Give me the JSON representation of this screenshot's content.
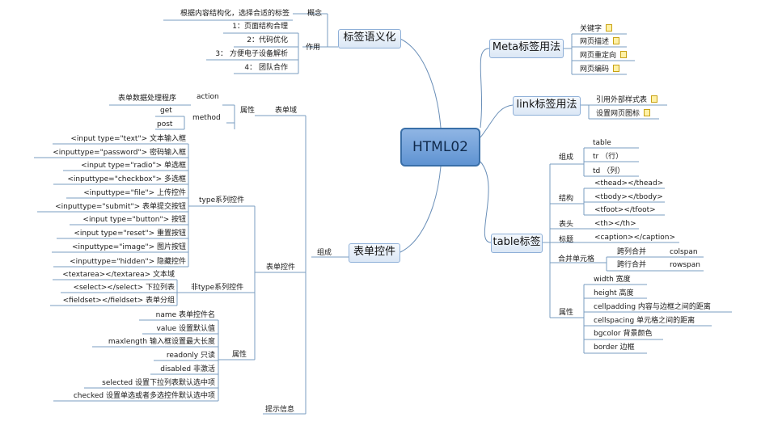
{
  "root": "HTML02",
  "branches": {
    "semantic": {
      "title": "标签语义化",
      "concept": {
        "label": "概念",
        "text": "根据内容结构化，选择合适的标签"
      },
      "usage": {
        "label": "作用",
        "items": [
          "1：页面结构合理",
          "2：代码优化",
          "3： 方便电子设备解析",
          "4： 团队合作"
        ]
      }
    },
    "meta": {
      "title": "Meta标签用法",
      "items": [
        "关键字",
        "网页描述",
        "网页重定向",
        "网页编码"
      ]
    },
    "link": {
      "title": "link标签用法",
      "items": [
        "引用外部样式表",
        "设置网页图标"
      ]
    },
    "table": {
      "title": "table标签",
      "composition": {
        "label": "组成",
        "items": [
          "table",
          "tr （行）",
          "td （列）"
        ]
      },
      "structure": {
        "label": "结构",
        "items": [
          "<thead></thead>",
          "<tbody></tbody>",
          "<tfoot></tfoot>"
        ]
      },
      "header": {
        "label": "表头",
        "value": "<th></th>"
      },
      "caption": {
        "label": "标题",
        "value": "<caption></caption>"
      },
      "merge": {
        "label": "合并单元格",
        "items": [
          {
            "name": "跨列合并",
            "attr": "colspan"
          },
          {
            "name": "跨行合并",
            "attr": "rowspan"
          }
        ]
      },
      "attributes": {
        "label": "属性",
        "items": [
          "width 宽度",
          "height 高度",
          "cellpadding 内容与边框之间的距离",
          "cellspacing 单元格之间的距离",
          "bgcolor 背景颜色",
          "border 边框"
        ]
      }
    },
    "form": {
      "title": "表单控件",
      "composition_label": "组成",
      "form_domain": {
        "label": "表单域",
        "attr_label": "属性",
        "action": {
          "label": "action",
          "desc": "表单数据处理程序"
        },
        "method": {
          "label": "method",
          "values": [
            "get",
            "post"
          ]
        }
      },
      "controls": {
        "label": "表单控件",
        "type_series": {
          "label": "type系列控件",
          "items": [
            "<input type=\"text\"> 文本输入框",
            "<inputtype=\"password\"> 密码输入框",
            "<input type=\"radio\"> 单选框",
            "<inputtype=\"checkbox\"> 多选框",
            "<inputtype=\"file\"> 上传控件",
            "<inputtype=\"submit\"> 表单提交按钮",
            "<input type=\"button\"> 按钮",
            "<input type=\"reset\"> 重置按钮",
            "<inputtype=\"image\"> 图片按钮",
            "<inputtype=\"hidden\"> 隐藏控件"
          ]
        },
        "non_type": {
          "label": "非type系列控件",
          "items": [
            "<textarea></textarea> 文本域",
            "<select></select> 下拉列表",
            "<fieldset></fieldset> 表单分组"
          ]
        },
        "attrs": {
          "label": "属性",
          "items": [
            "name 表单控件名",
            "value 设置默认值",
            "maxlength 输入框设置最大长度",
            "readonly 只读",
            "disabled 非激活",
            "selected 设置下拉列表默认选中项",
            "checked 设置单选或者多选控件默认选中项"
          ]
        }
      },
      "hint": "提示信息"
    }
  }
}
